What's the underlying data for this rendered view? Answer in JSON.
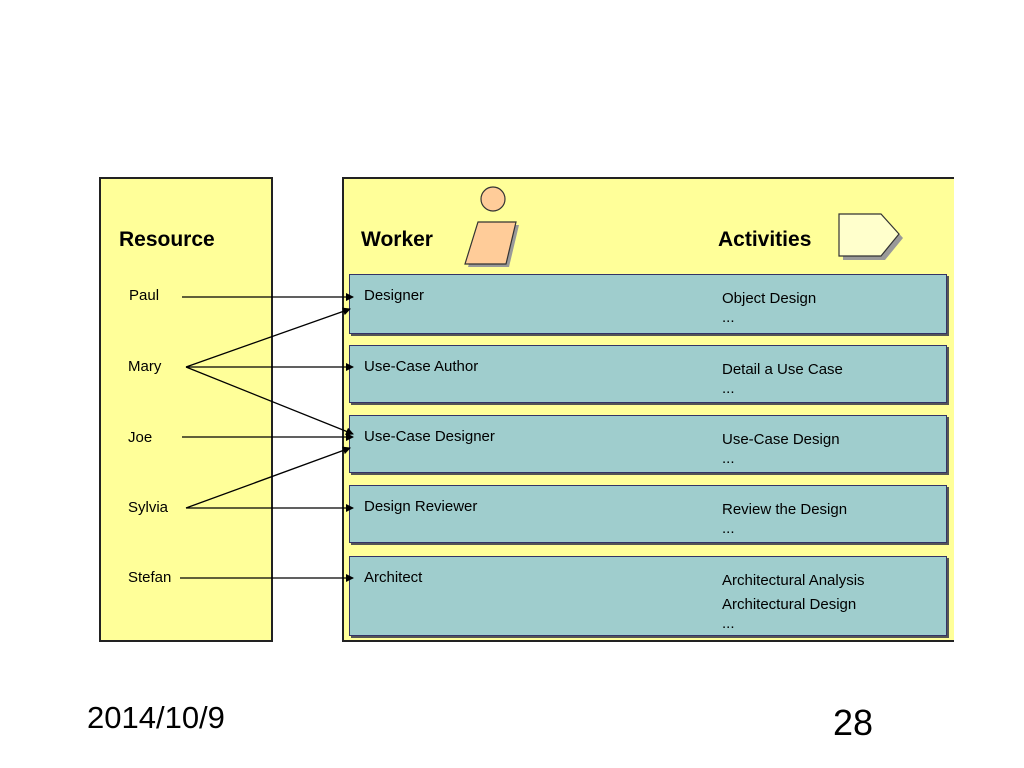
{
  "diagram": {
    "resource_heading": "Resource",
    "worker_heading": "Worker",
    "activities_heading": "Activities",
    "resources": [
      "Paul",
      "Mary",
      "Joe",
      "Sylvia",
      "Stefan"
    ],
    "roles": [
      {
        "title": "Designer",
        "activities": [
          "Object Design",
          "..."
        ]
      },
      {
        "title": "Use-Case Author",
        "activities": [
          "Detail a Use Case",
          "..."
        ]
      },
      {
        "title": "Use-Case Designer",
        "activities": [
          "Use-Case Design",
          "..."
        ]
      },
      {
        "title": "Design Reviewer",
        "activities": [
          "Review the Design",
          "..."
        ]
      },
      {
        "title": "Architect",
        "activities": [
          "Architectural Analysis",
          "Architectural Design",
          "..."
        ]
      }
    ],
    "assignments": [
      {
        "resource": "Paul",
        "role": "Designer"
      },
      {
        "resource": "Mary",
        "role": "Designer"
      },
      {
        "resource": "Mary",
        "role": "Use-Case Author"
      },
      {
        "resource": "Mary",
        "role": "Use-Case Designer"
      },
      {
        "resource": "Joe",
        "role": "Use-Case Designer"
      },
      {
        "resource": "Sylvia",
        "role": "Use-Case Designer"
      },
      {
        "resource": "Sylvia",
        "role": "Design Reviewer"
      },
      {
        "resource": "Stefan",
        "role": "Architect"
      }
    ],
    "colors": {
      "panel": "#ffff99",
      "role_box": "#9fcdcd",
      "worker_icon": "#ffcc99"
    },
    "icons": [
      "worker-icon",
      "activity-icon"
    ]
  },
  "footer": {
    "date": "2014/10/9",
    "page": "28"
  }
}
